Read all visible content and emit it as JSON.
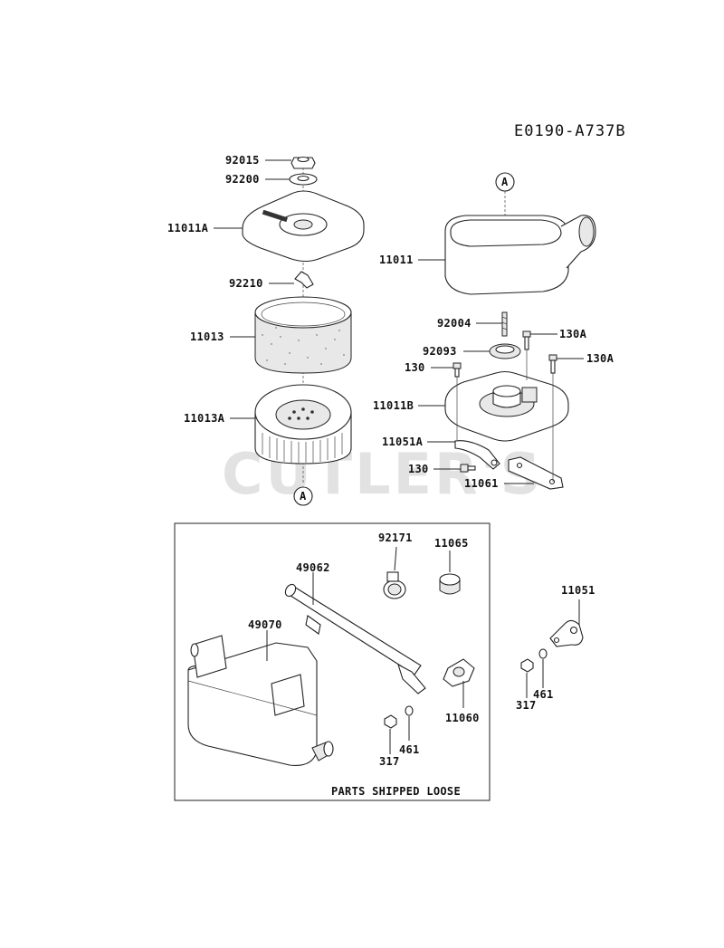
{
  "diagram_code": "E0190-A737B",
  "watermark": "CUTLER'S",
  "callout_letter": "A",
  "box_caption": "PARTS SHIPPED LOOSE",
  "labels": {
    "p92015": "92015",
    "p92200": "92200",
    "p11011A": "11011A",
    "p92210": "92210",
    "p11013": "11013",
    "p11013A": "11013A",
    "p11011": "11011",
    "p92004": "92004",
    "p130A_1": "130A",
    "p92093": "92093",
    "p130_1": "130",
    "p130A_2": "130A",
    "p11011B": "11011B",
    "p11051A": "11051A",
    "p130_2": "130",
    "p11061": "11061",
    "p92171": "92171",
    "p11065": "11065",
    "p49062": "49062",
    "p49070": "49070",
    "p11060": "11060",
    "p461_1": "461",
    "p317_1": "317",
    "p11051": "11051",
    "p461_2": "461",
    "p317_2": "317"
  }
}
